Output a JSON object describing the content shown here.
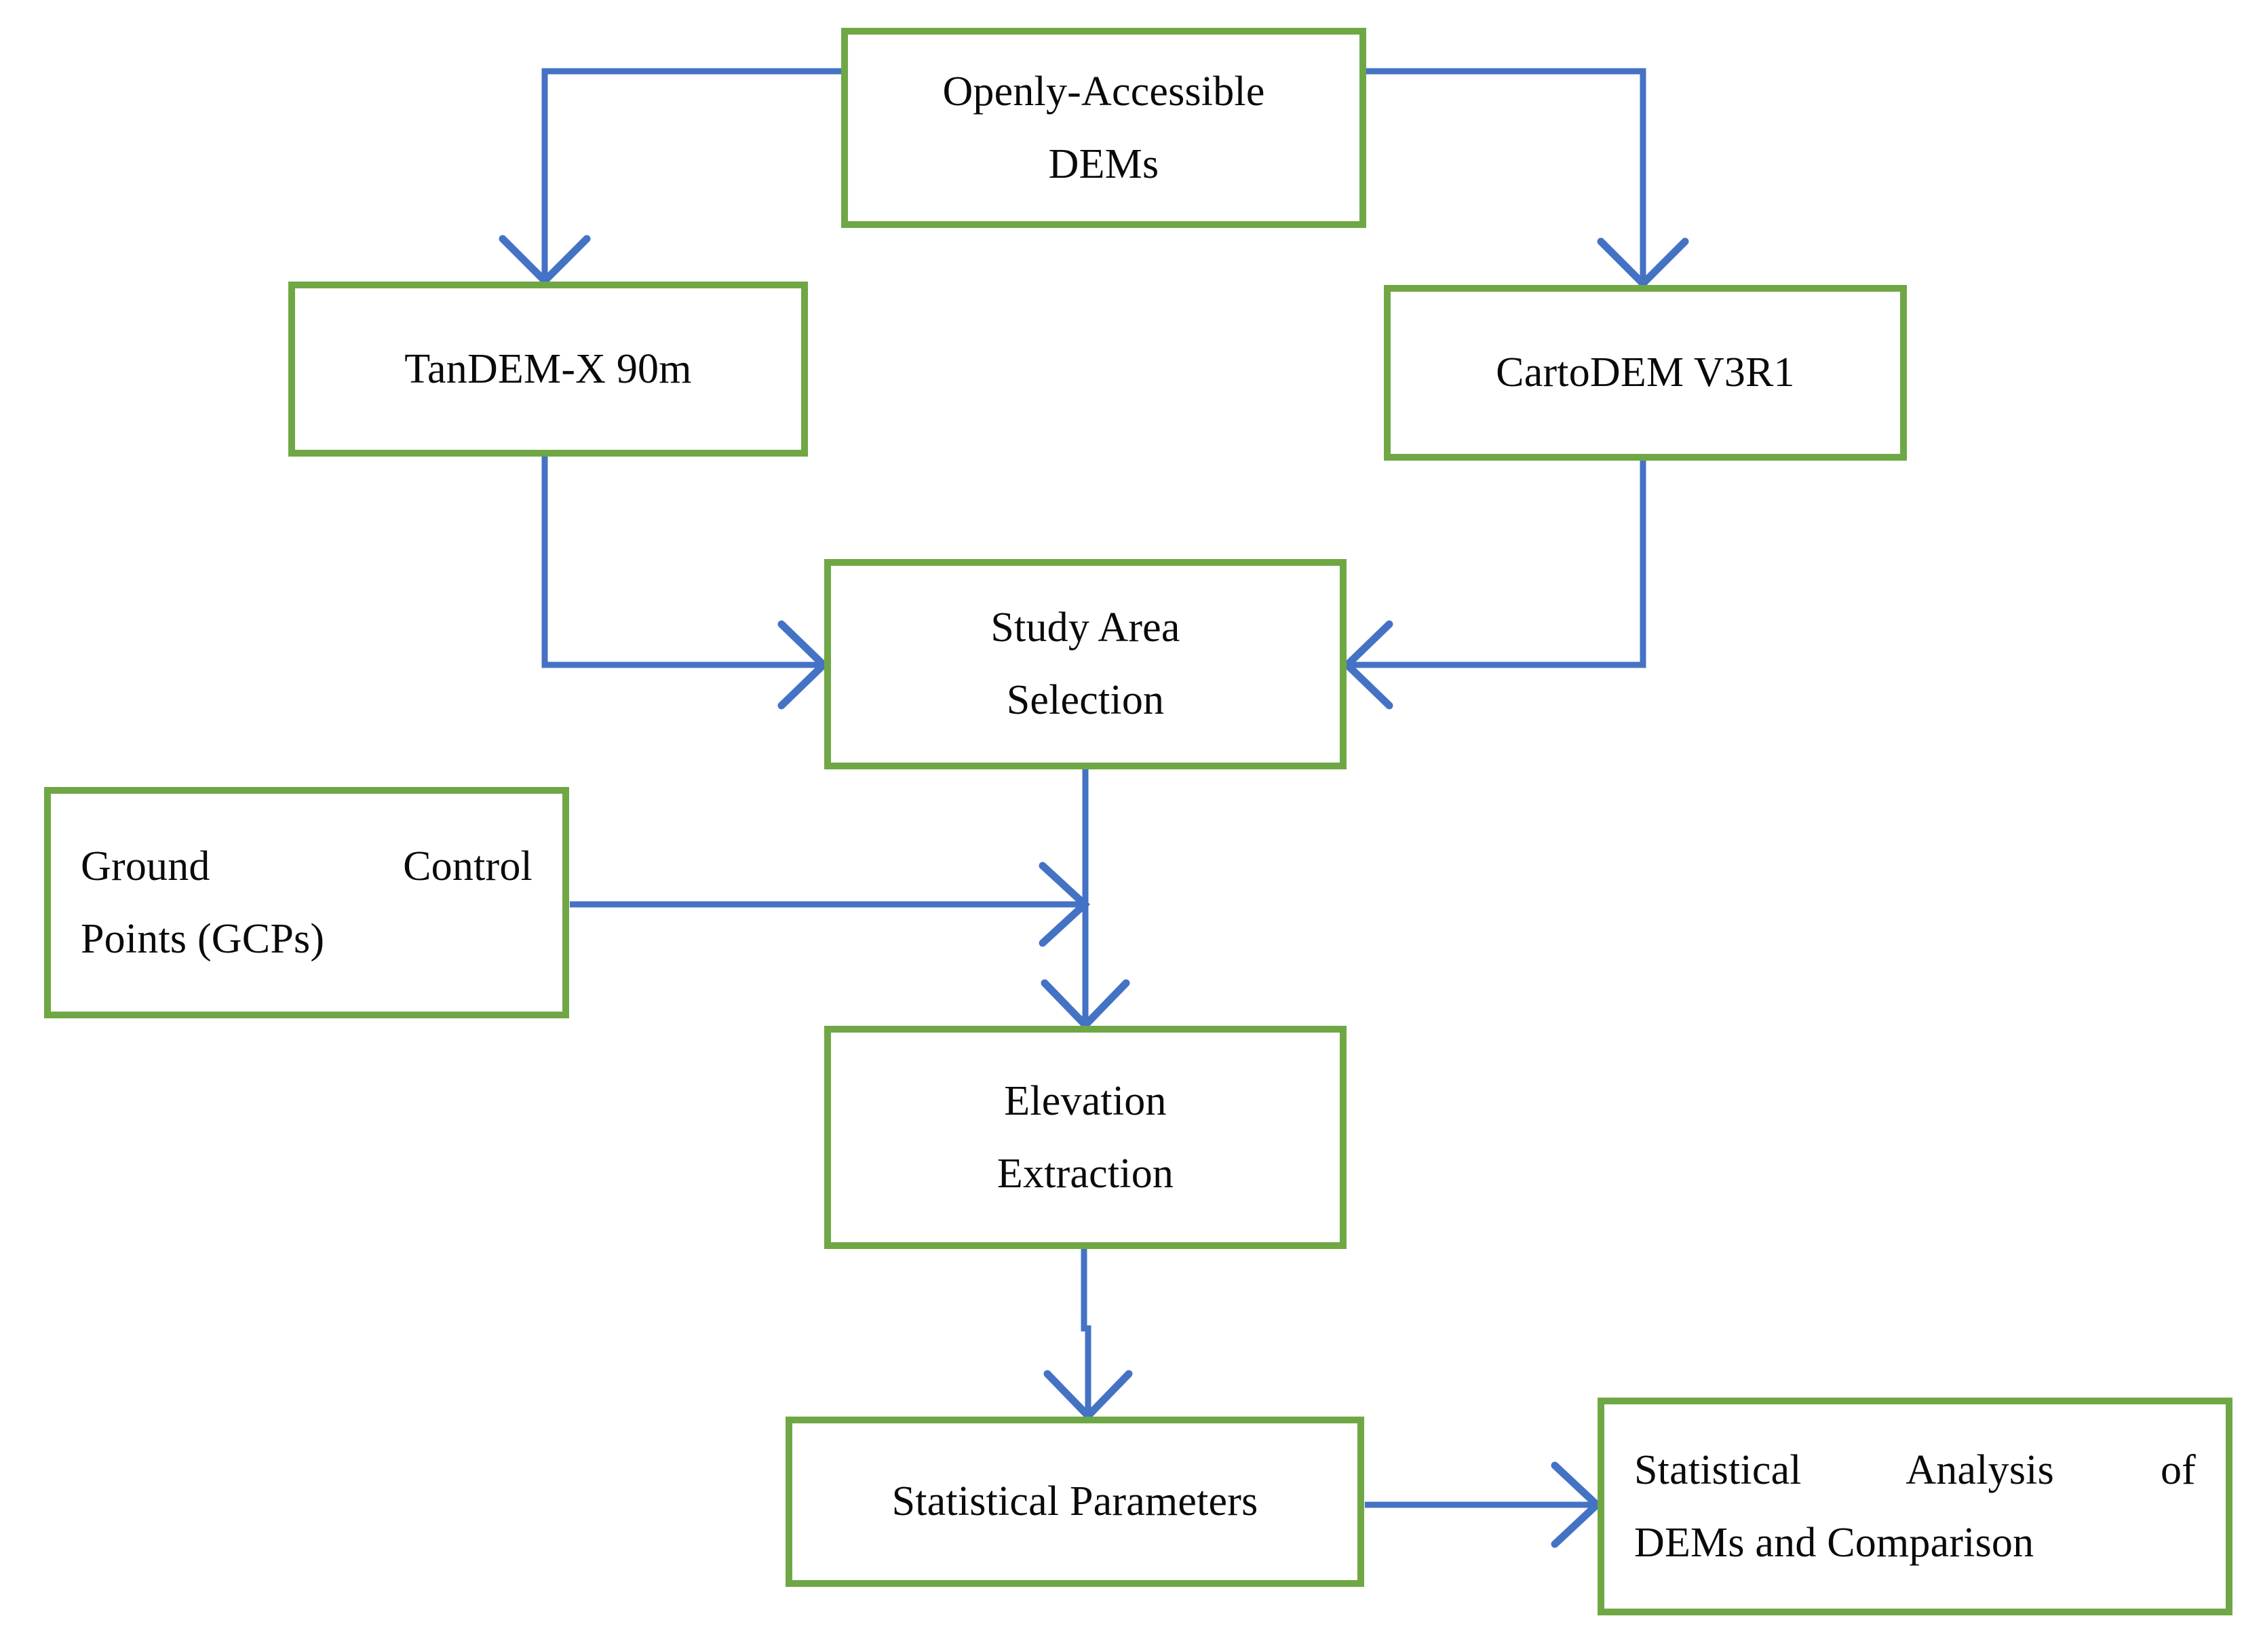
{
  "diagram": {
    "title": "Openly-Accessible DEMs methodology flowchart",
    "colors": {
      "node_border": "#6FA745",
      "node_fill": "#FFFFFF",
      "connector": "#4472C4",
      "text": "#0A0A0A"
    },
    "nodes": [
      {
        "id": "openly-accessible-dems",
        "line1": "Openly-Accessible",
        "line2": "DEMs"
      },
      {
        "id": "tandem-x",
        "line1": "TanDEM-X 90m",
        "line2": ""
      },
      {
        "id": "cartodem",
        "line1": "CartoDEM V3R1",
        "line2": ""
      },
      {
        "id": "study-area-selection",
        "line1": "Study Area",
        "line2": "Selection"
      },
      {
        "id": "ground-control-points",
        "line1": "Ground      Control",
        "line2": "Points (GCPs)"
      },
      {
        "id": "elevation-extraction",
        "line1": "Elevation",
        "line2": "Extraction"
      },
      {
        "id": "statistical-parameters",
        "line1": "Statistical Parameters",
        "line2": ""
      },
      {
        "id": "statistical-analysis",
        "line1": "Statistical   Analysis   of",
        "line2": "DEMs and Comparison"
      }
    ],
    "edges": [
      {
        "id": "dems-to-tandem",
        "from": "openly-accessible-dems",
        "to": "tandem-x",
        "style": "elbow-left-down",
        "arrow": "down"
      },
      {
        "id": "dems-to-cartodem",
        "from": "openly-accessible-dems",
        "to": "cartodem",
        "style": "elbow-right-down",
        "arrow": "down"
      },
      {
        "id": "tandem-to-study-area",
        "from": "tandem-x",
        "to": "study-area-selection",
        "style": "elbow-down-right",
        "arrow": "right"
      },
      {
        "id": "cartodem-to-study-area",
        "from": "cartodem",
        "to": "study-area-selection",
        "style": "elbow-down-left",
        "arrow": "left"
      },
      {
        "id": "gcp-to-elevation-path",
        "from": "ground-control-points",
        "to": "elevation-extraction",
        "style": "horizontal",
        "arrow": "right"
      },
      {
        "id": "study-area-to-elevation",
        "from": "study-area-selection",
        "to": "elevation-extraction",
        "style": "vertical",
        "arrow": "down"
      },
      {
        "id": "elevation-to-stat-params",
        "from": "elevation-extraction",
        "to": "statistical-parameters",
        "style": "vertical",
        "arrow": "down"
      },
      {
        "id": "stat-params-to-stat-analysis",
        "from": "statistical-parameters",
        "to": "statistical-analysis",
        "style": "horizontal",
        "arrow": "right"
      }
    ]
  }
}
